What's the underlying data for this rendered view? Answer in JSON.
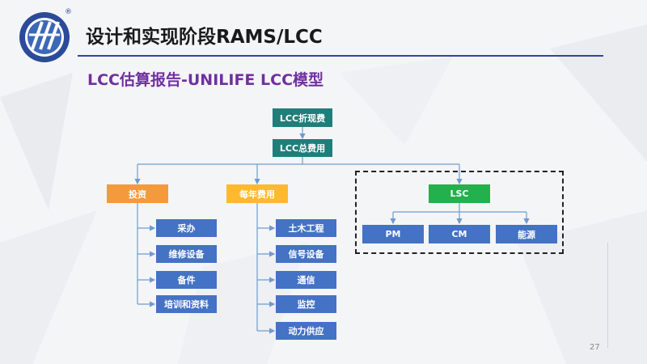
{
  "header": {
    "title": "设计和实现阶段RAMS/LCC",
    "subtitle": "LCC估算报告-UNILIFE LCC模型",
    "page_number": "27"
  },
  "logo": {
    "registered_mark": "®"
  },
  "diagram": {
    "root": "LCC折现费",
    "total": "LCC总费用",
    "investment": {
      "label": "投资",
      "items": [
        "采办",
        "维修设备",
        "备件",
        "培训和资料"
      ]
    },
    "annual": {
      "label": "每年费用",
      "items": [
        "土木工程",
        "信号设备",
        "通信",
        "监控",
        "动力供应"
      ]
    },
    "lsc": {
      "label": "LSC",
      "items": [
        "PM",
        "CM",
        "能源"
      ]
    }
  },
  "colors": {
    "title_rule": "#2b4a9a",
    "subtitle": "#7030a0",
    "teal": "#1f7e7a",
    "orange": "#f39a3c",
    "gold": "#ffb92e",
    "green": "#22b14c",
    "blue": "#4472c4",
    "connector": "#6f9ccf"
  }
}
